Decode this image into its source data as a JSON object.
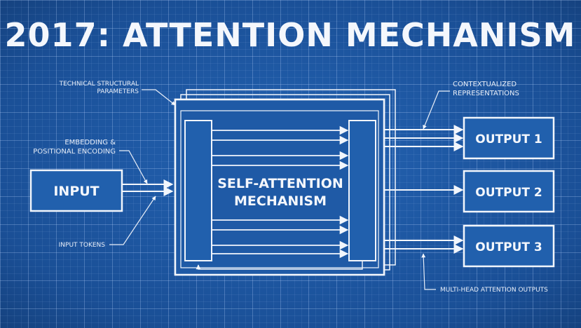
{
  "title": "2017: ATTENTION MECHANISM",
  "input_box": "INPUT",
  "core_box": [
    "SELF-ATTENTION",
    "MECHANISM"
  ],
  "outputs": [
    "OUTPUT 1",
    "OUTPUT 2",
    "OUTPUT 3"
  ],
  "annotations": {
    "technical": [
      "TECHNICAL STRUCTURAL",
      "PARAMETERS"
    ],
    "embedding": [
      "EMBEDDING &",
      "POSITIONAL ENCODING"
    ],
    "input_tokens": "INPUT TOKENS",
    "contextualized": [
      "CONTEXTUALIZED",
      "REPRESENTATIONS"
    ],
    "multi_head": "MULTI-HEAD ATTENTION OUTPUTS"
  },
  "colors": {
    "background": "#1d57a3",
    "line": "#f2f6fc",
    "box_fill": "#2160ad"
  }
}
